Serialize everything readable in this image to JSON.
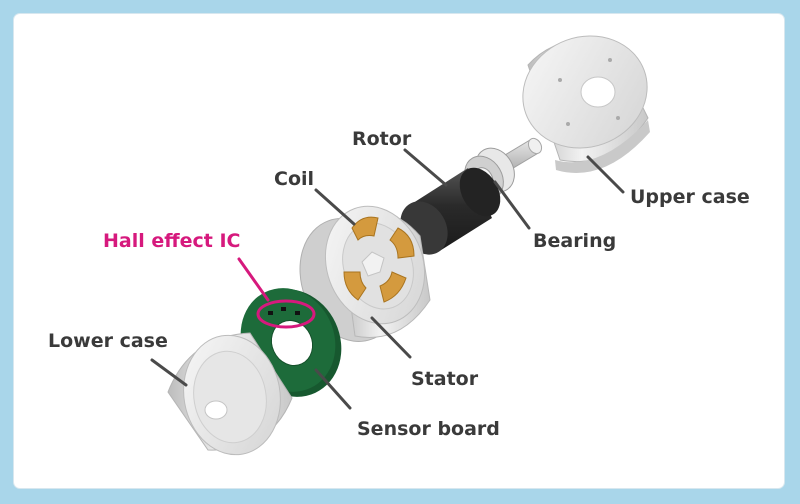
{
  "labels": {
    "rotor": "Rotor",
    "coil": "Coil",
    "upper_case": "Upper case",
    "bearing": "Bearing",
    "hall_effect_ic": "Hall effect IC",
    "lower_case": "Lower case",
    "stator": "Stator",
    "sensor_board": "Sensor board"
  },
  "colors": {
    "background": "#a9d6ea",
    "card": "#ffffff",
    "label_text": "#3a3a3a",
    "highlight": "#d6197d",
    "sensor_board": "#1d6b3a",
    "coil": "#d49a3e",
    "rotor": "#2f2f2f",
    "case_metal": "#d9d9d9"
  }
}
